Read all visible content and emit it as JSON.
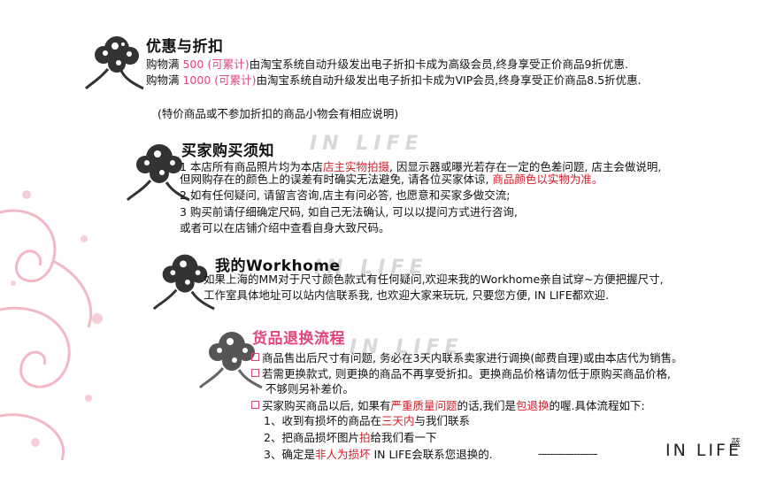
{
  "section1": {
    "title": "优惠与折扣",
    "line1": {
      "a": "购物满 ",
      "b": "500 (可累计)",
      "c": "由淘宝系统自动升级发出电子折扣卡成为高级会员,终身享受正价商品9折优惠."
    },
    "line2": {
      "a": "购物满 ",
      "b": "1000 (可累计)",
      "c": "由淘宝系统自动升级发出电子折扣卡成为VIP会员,终身享受正价商品8.5折优惠."
    },
    "note": "(特价商品或不参加折扣的商品小物会有相应说明)"
  },
  "section2": {
    "title": "买家购买须知",
    "l1": {
      "a": "1 本店所有商品照片均为本店",
      "b": "店主实物拍摄",
      "c": ", 因显示器或曝光若存在一定的色差问题, 店主会做说明,"
    },
    "l2": {
      "a": "   但网购存在的颜色上的误差有时确实无法避免, 请各位买家体谅, ",
      "b": "商品颜色以实物为准。"
    },
    "l3": "2 如有任何疑问, 请留言咨询,店主有问必答, 也愿意和买家多做交流;",
    "l4": "3 购买前请仔细确定尺码, 如自己无法确认, 可以以提问方式进行咨询,",
    "l5": "   或者可以在店铺介绍中查看自身大致尺码。"
  },
  "section3": {
    "title": "我的Workhome",
    "l1": "如果上海的MM对于尺寸颜色款式有任何疑问,欢迎来我的Workhome亲自试穿~方便把握尺寸,",
    "l2": "工作室具体地址可以站内信联系我, 也欢迎大家来玩玩, 只要您方便, IN LIFE都欢迎."
  },
  "section4": {
    "title": "货品退换流程",
    "l1": "商品售出后尺寸有问题, 务必在3天内联系卖家进行调换(邮费自理)或由本店代为销售。",
    "l2": "若需更换款式, 则更换的商品不再享受折扣。更换商品价格请勿低于原购买商品价格,",
    "l3": "不够则另补差价。",
    "l4": {
      "a": "买家购买商品以后, 如果有",
      "b": "严重质量问题",
      "c": "的话,我们是",
      "d": "包退换",
      "e": "的喔.具体流程如下:"
    },
    "l5": {
      "a": "1、收到有损坏的商品在",
      "b": "三天内",
      "c": "与我们联系"
    },
    "l6": {
      "a": "2、把商品损坏图片",
      "b": "拍",
      "c": "给我们看一下"
    },
    "l7": {
      "a": "3、确定是",
      "b": "非人为损坏",
      "c": " IN LIFE",
      "d": "会联系您退换的."
    }
  },
  "footer": {
    "dashes": "--------------------",
    "signature": "IN LIFE",
    "sig_cn": "蓝"
  },
  "watermark": "IN LIFE",
  "colors": {
    "accent": "#e0457b",
    "red": "#d31f2a"
  }
}
